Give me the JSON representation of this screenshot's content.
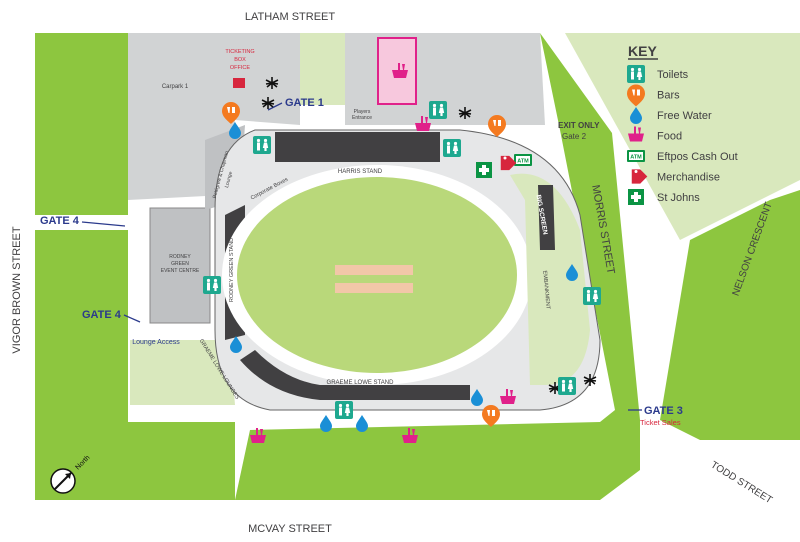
{
  "streets": {
    "latham": "LATHAM STREET",
    "vigor_brown": "VIGOR BROWN STREET",
    "mcvay": "MCVAY STREET",
    "morris": "MORRIS STREET",
    "nelson": "NELSON CRESCENT",
    "todd": "TODD STREET"
  },
  "gates": {
    "gate1": "GATE 1",
    "gate2_exit": "EXIT ONLY",
    "gate2": "Gate 2",
    "gate3": "GATE 3",
    "gate3_note": "Ticket Sales",
    "gate4_top": "GATE 4",
    "gate4_bottom": "GATE 4"
  },
  "venue": {
    "carpark": "Carpark 1",
    "ticketing_line1": "TICKETING",
    "ticketing_line2": "BOX",
    "ticketing_line3": "OFFICE",
    "players": "Players",
    "players2": "Entrance",
    "harris_stand": "HARRIS STAND",
    "corporate": "Corporate Boxes",
    "pettigrew_line1": "Pettigrew & Chapman",
    "pettigrew_line2": "Lounge",
    "rodney_centre_1": "RODNEY",
    "rodney_centre_2": "GREEN",
    "rodney_centre_3": "EVENT CENTRE",
    "rodney_stand": "RODNEY GREEN STAND",
    "graeme_lowe_stand": "GRAEME LOWE STAND",
    "graeme_lowe_lounges": "GRAEME LOWE LOUNGES",
    "lounge_access": "Lounge Access",
    "big_screen": "BIG SCREEN",
    "embankment": "EMBANKMENT",
    "north": "North"
  },
  "key": {
    "title": "KEY",
    "items": [
      {
        "label": "Toilets",
        "icon": "toilet-icon",
        "color": "#1ea88f"
      },
      {
        "label": "Bars",
        "icon": "bar-icon",
        "color": "#f47a20"
      },
      {
        "label": "Free Water",
        "icon": "water-drop-icon",
        "color": "#1a8fd6"
      },
      {
        "label": "Food",
        "icon": "food-icon",
        "color": "#e0218a"
      },
      {
        "label": "Eftpos Cash Out",
        "icon": "atm-icon",
        "color": "#0b9444"
      },
      {
        "label": "Merchandise",
        "icon": "merchandise-tag-icon",
        "color": "#d7263d"
      },
      {
        "label": "St Johns",
        "icon": "first-aid-icon",
        "color": "#0b9444"
      }
    ]
  },
  "colors": {
    "grass": "#8dc63f",
    "light_grass": "#d9e8bd",
    "road": "#ffffff",
    "building": "#d1d3d4",
    "gate_label": "#2b3a8c",
    "outfield": "#b9d87a",
    "pitch": "#f2c7a8"
  }
}
